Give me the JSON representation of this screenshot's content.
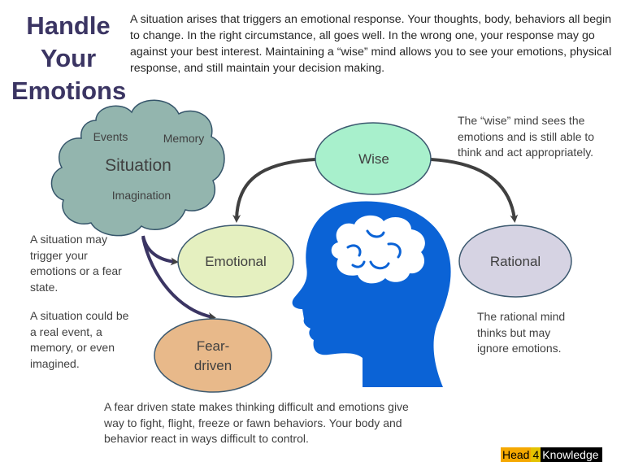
{
  "title": {
    "line1": "Handle",
    "line2": "Your",
    "line3": "Emotions"
  },
  "intro": "A situation arises that triggers an emotional response. Your thoughts, body, behaviors all begin to change. In the right circumstance, all goes well. In the wrong one, your response may go against your best interest. Maintaining a “wise” mind allows you to see your emotions, physical response, and still maintain your decision making.",
  "cloud": {
    "label": "Situation",
    "events": "Events",
    "memory": "Memory",
    "imagination": "Imagination",
    "color": "#93b5ae"
  },
  "nodes": {
    "wise": {
      "label": "Wise",
      "color": "#a8f0cc"
    },
    "emotional": {
      "label": "Emotional",
      "color": "#e5f0c0"
    },
    "rational": {
      "label": "Rational",
      "color": "#d6d3e3"
    },
    "fear_line1": "Fear-",
    "fear_line2": "driven",
    "fear_color": "#e8b98a"
  },
  "notes": {
    "wise": "The “wise” mind sees the emotions and is still able  to think and act appropriately.",
    "situation_1": "A situation may trigger your emotions or a fear state.",
    "situation_2": "A situation could be a real event, a memory, or even imagined.",
    "rational": "The rational mind thinks but may ignore emotions.",
    "fear": "A fear driven state makes thinking difficult and  emotions give way to fight, flight, freeze or fawn behaviors. Your body and behavior react in ways difficult to control."
  },
  "head_icon": {
    "name": "head-brain-icon",
    "color": "#0b63d6"
  },
  "logo": {
    "part1": "Head",
    "part2": "4",
    "part3": "Knowledge"
  }
}
